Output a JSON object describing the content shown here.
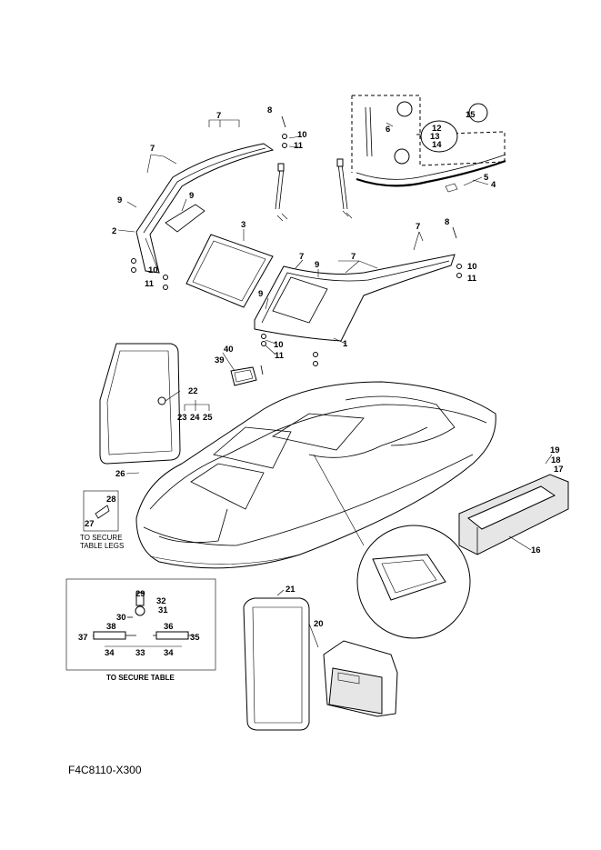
{
  "diagram_code": "F4C8110-X300",
  "callouts": {
    "c1": "1",
    "c2": "2",
    "c3": "3",
    "c4": "4",
    "c5": "5",
    "c6": "6",
    "c7": "7",
    "c8": "8",
    "c9": "9",
    "c10": "10",
    "c11": "11",
    "c12": "12",
    "c13": "13",
    "c14": "14",
    "c15": "15",
    "c16": "16",
    "c17": "17",
    "c18": "18",
    "c19": "19",
    "c20": "20",
    "c21": "21",
    "c22": "22",
    "c23": "23",
    "c24": "24",
    "c25": "25",
    "c26": "26",
    "c27": "27",
    "c28": "28",
    "c29": "29",
    "c30": "30",
    "c31": "31",
    "c32": "32",
    "c33": "33",
    "c34": "34",
    "c35": "35",
    "c36": "36",
    "c37": "37",
    "c38": "38",
    "c39": "39",
    "c40": "40"
  },
  "captions": {
    "table_legs_line1": "TO SECURE",
    "table_legs_line2": "TABLE LEGS",
    "secure_table": "TO SECURE TABLE"
  }
}
